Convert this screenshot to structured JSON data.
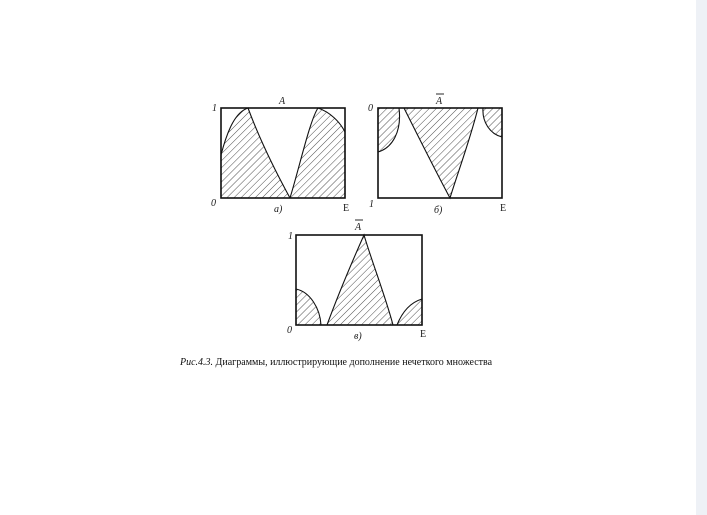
{
  "figure": {
    "caption": {
      "number": "Рис.4.3.",
      "text": "Диаграммы, иллюстрирующие дополнение нечеткого множества"
    },
    "panels": [
      {
        "id": "a",
        "title": "A",
        "sublabel": "а)",
        "y_top_label": "1",
        "y_bottom_label": "0",
        "x_label": "E"
      },
      {
        "id": "b",
        "title": "A",
        "sublabel": "б)",
        "y_top_label": "0",
        "y_bottom_label": "1",
        "x_label": "E"
      },
      {
        "id": "v",
        "title": "A",
        "sublabel": "в)",
        "y_top_label": "1",
        "y_bottom_label": "0",
        "x_label": "E"
      }
    ]
  }
}
